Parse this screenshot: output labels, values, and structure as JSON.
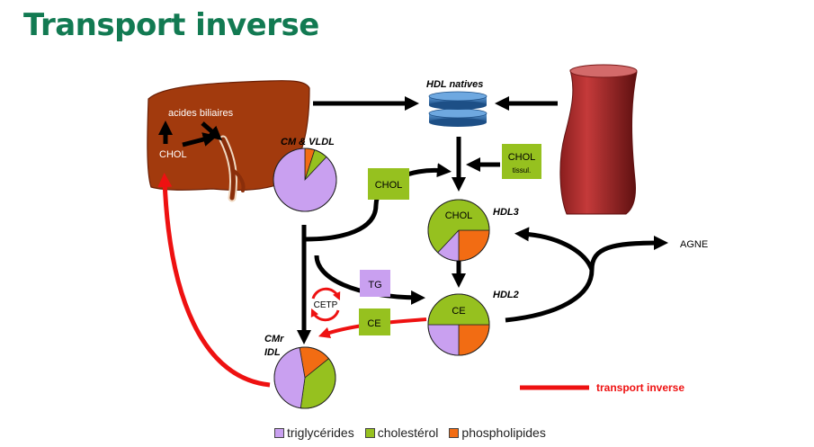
{
  "title": "Transport inverse",
  "colors": {
    "title": "#127a52",
    "liver": "#a23a0d",
    "vessel": "#b03030",
    "box_green": "#96c11f",
    "box_purple": "#c9a0f0",
    "triglycerides": "#c9a0f0",
    "cholesterol": "#96c11f",
    "phospholipids": "#f26c13",
    "reverse_arrow": "#ee1111",
    "hdl_disc": "#2f6fb0"
  },
  "labels": {
    "acides_biliaires": "acides biliaires",
    "chol_liver": "CHOL",
    "hdl_natives": "HDL natives",
    "cm_vldl": "CM & VLDL",
    "chol_box": "CHOL",
    "chol_tissul_line1": "CHOL",
    "chol_tissul_line2": "tissul.",
    "hdl3": "HDL3",
    "hdl3_inner": "CHOL",
    "hdl2": "HDL2",
    "hdl2_inner": "CE",
    "tg_box": "TG",
    "ce_box": "CE",
    "cetp": "CETP",
    "cmr": "CMr",
    "idl": "IDL",
    "agne": "AGNE",
    "transport_inverse": "transport inverse"
  },
  "legend": [
    {
      "label": "triglycérides",
      "color": "#c9a0f0"
    },
    {
      "label": "cholestérol",
      "color": "#96c11f"
    },
    {
      "label": "phospholipides",
      "color": "#f26c13"
    }
  ],
  "pies": {
    "cm_vldl": {
      "triglycerides": 88,
      "cholesterol": 7,
      "phospholipids": 5
    },
    "hdl3": {
      "triglycerides": 12,
      "cholesterol": 63,
      "phospholipids": 25
    },
    "hdl2": {
      "triglycerides": 25,
      "cholesterol": 50,
      "phospholipids": 25
    },
    "cmr_idl": {
      "triglycerides": 45,
      "cholesterol": 38,
      "phospholipids": 17
    }
  }
}
